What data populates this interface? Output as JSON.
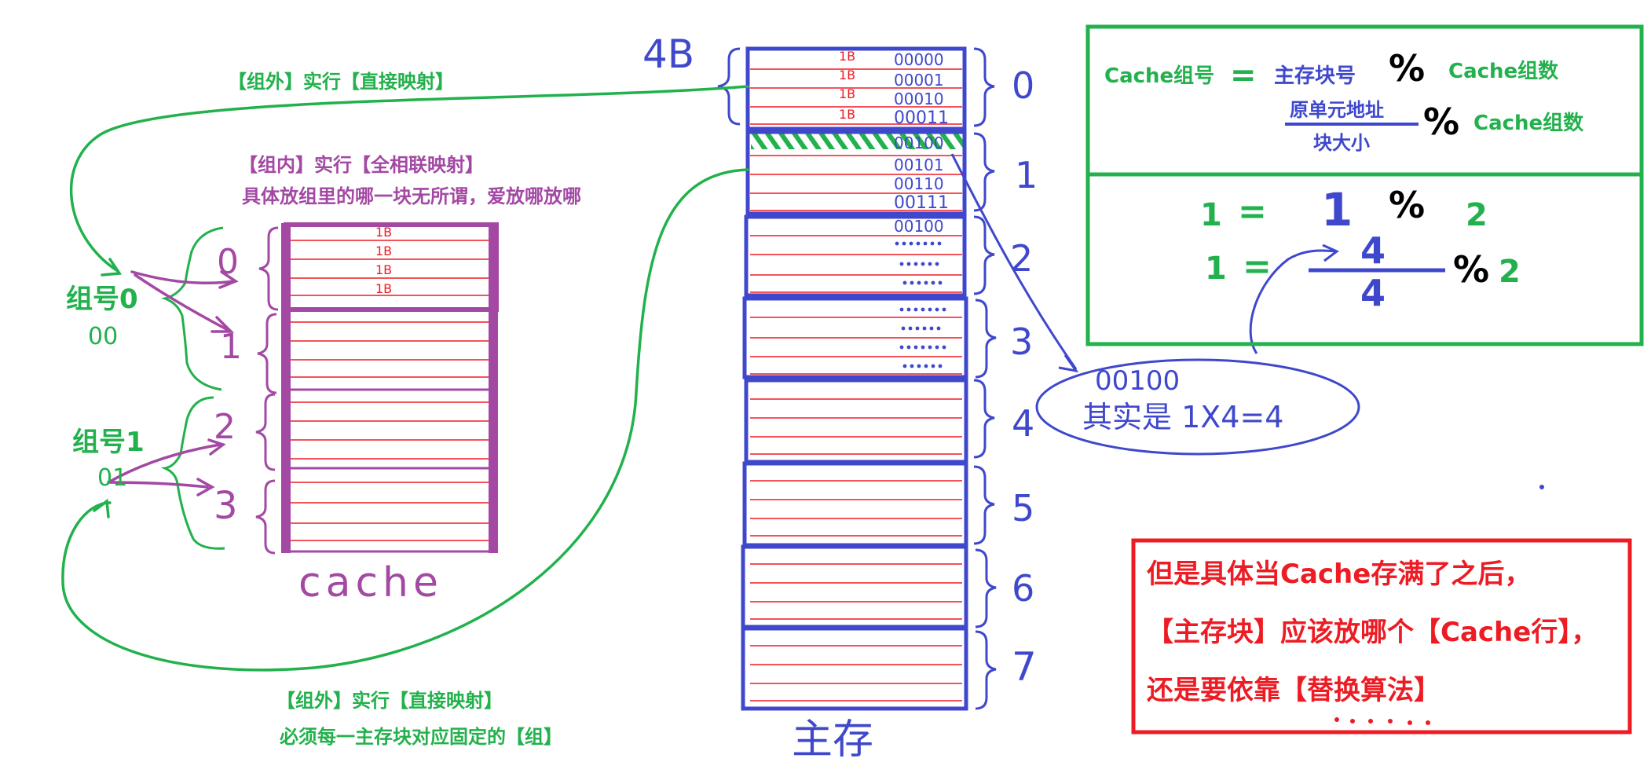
{
  "notes": {
    "outside_group_top": "【组外】实行【直接映射】",
    "inside_group_title": "【组内】实行【全相联映射】",
    "inside_group_detail": "具体放组里的哪一块无所谓，爱放哪放哪",
    "outside_group_bottom_title": "【组外】实行【直接映射】",
    "outside_group_bottom_detail": "必须每一主存块对应固定的【组】"
  },
  "cache": {
    "label": "cache",
    "groups": [
      {
        "name": "组号0",
        "code": "00"
      },
      {
        "name": "组号1",
        "code": "01"
      }
    ],
    "row_numbers": [
      "0",
      "1",
      "2",
      "3"
    ],
    "byte_marks": [
      "1B",
      "1B",
      "1B",
      "1B"
    ]
  },
  "main_memory": {
    "label": "主存",
    "block_size": "4B",
    "block_numbers": [
      "0",
      "1",
      "2",
      "3",
      "4",
      "5",
      "6",
      "7"
    ],
    "byte_marks": [
      "1B",
      "1B",
      "1B",
      "1B"
    ],
    "block0_addresses": [
      "00000",
      "00001",
      "00010",
      "00011"
    ],
    "block1_addresses": [
      "00100",
      "00101",
      "00110",
      "00111"
    ],
    "block2_address": "00100"
  },
  "annotation": {
    "address": "00100",
    "explanation": "其实是 1X4=4"
  },
  "formula_box": {
    "lhs": "Cache组号",
    "equals": "=",
    "term1": "主存块号",
    "percent": "%",
    "rhs": "Cache组数",
    "numerator": "原单元地址",
    "denominator": "块大小",
    "rhs2": "Cache组数",
    "ex1_lhs": "1",
    "ex1_mid": "1",
    "ex1_mod": "2",
    "ex2_lhs": "1",
    "ex2_num": "4",
    "ex2_den": "4",
    "ex2_mod": "2"
  },
  "note_box": {
    "line1": "但是具体当Cache存满了之后，",
    "line2": "【主存块】应该放哪个【Cache行】，",
    "line3": "还是要依靠【替换算法】"
  },
  "colors": {
    "green": "#22b14c",
    "purple": "#a349a4",
    "blue": "#3f48cc",
    "red": "#ed1c24"
  }
}
